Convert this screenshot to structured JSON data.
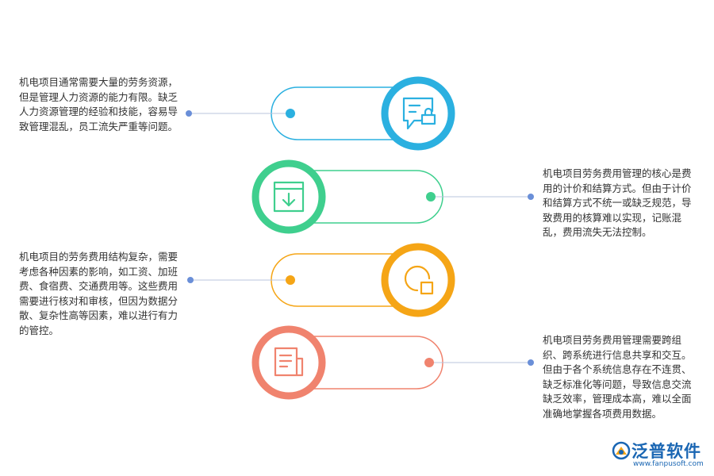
{
  "items": [
    {
      "text": "机电项目通常需要大量的劳务资源，但是管理人力资源的能力有限。缺乏人力资源管理的经验和技能，容易导致管理混乱，员工流失严重等问题。",
      "color": "#2bb0e0",
      "icon": "chat-lock-icon"
    },
    {
      "text": "机电项目劳务费用管理的核心是费用的计价和结算方式。但由于计价和结算方式不统一或缺乏规范，导致费用的核算难以实现，记账混乱，费用流失无法控制。",
      "color": "#3fcf8e",
      "icon": "download-box-icon"
    },
    {
      "text": "机电项目的劳务费用结构复杂，需要考虑各种因素的影响，如工资、加班费、食宿费、交通费用等。这些费用需要进行核对和审核，但因为数据分散、复杂性高等因素，难以进行有力的管控。",
      "color": "#f5a516",
      "icon": "pie-chart-icon"
    },
    {
      "text": "机电项目劳务费用管理需要跨组织、跨系统进行信息共享和交互。但由于各个系统信息存在不连贯、缺乏标准化等问题，导致信息交流缺乏效率，管理成本高，难以全面准确地掌握各项费用数据。",
      "color": "#f0836e",
      "icon": "document-icon"
    }
  ],
  "connector_color": "#6a8fd8",
  "brand": {
    "name": "泛普软件",
    "url": "www.fanpusoft.com",
    "color": "#1a66b3"
  }
}
